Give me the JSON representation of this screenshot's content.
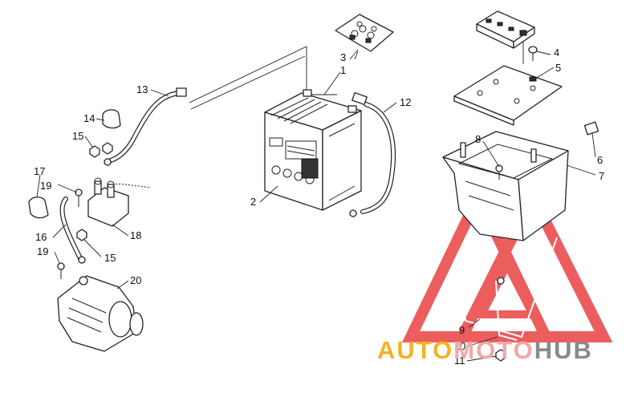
{
  "diagram": {
    "callouts": [
      "1",
      "2",
      "3",
      "4",
      "5",
      "6",
      "7",
      "8",
      "9",
      "10",
      "11",
      "12",
      "13",
      "14",
      "15",
      "15",
      "16",
      "17",
      "18",
      "19",
      "19",
      "20"
    ]
  },
  "watermark": {
    "part1": "AUTO",
    "part2": "MOTO",
    "part3": "HUB",
    "colors": {
      "auto": "#f2b320",
      "moto": "#f0a8a8",
      "hub": "#8a8a8a",
      "triangle": "#e83a3a"
    }
  }
}
